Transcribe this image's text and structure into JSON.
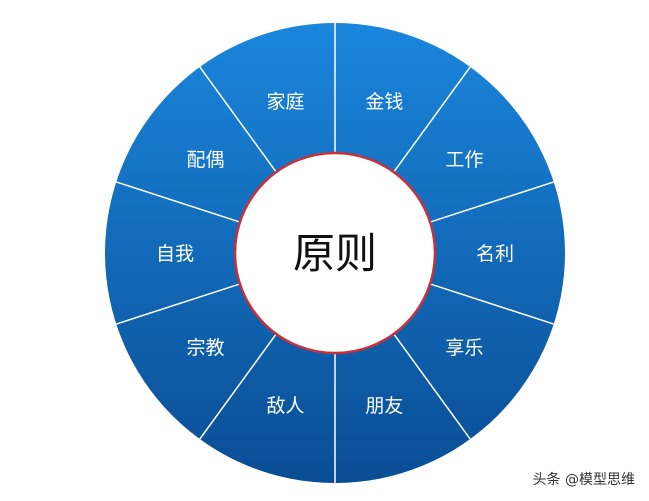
{
  "center": {
    "label": "原则"
  },
  "segments": [
    {
      "label": "金钱"
    },
    {
      "label": "工作"
    },
    {
      "label": "名利"
    },
    {
      "label": "享乐"
    },
    {
      "label": "朋友"
    },
    {
      "label": "敌人"
    },
    {
      "label": "宗教"
    },
    {
      "label": "自我"
    },
    {
      "label": "配偶"
    },
    {
      "label": "家庭"
    }
  ],
  "colors": {
    "segment_top": "#1a86dc",
    "segment_bottom": "#0a4d94",
    "divider": "#ffffff",
    "center_fill": "#ffffff",
    "center_stroke": "#c8303a"
  },
  "watermark": "头条 @模型思维"
}
